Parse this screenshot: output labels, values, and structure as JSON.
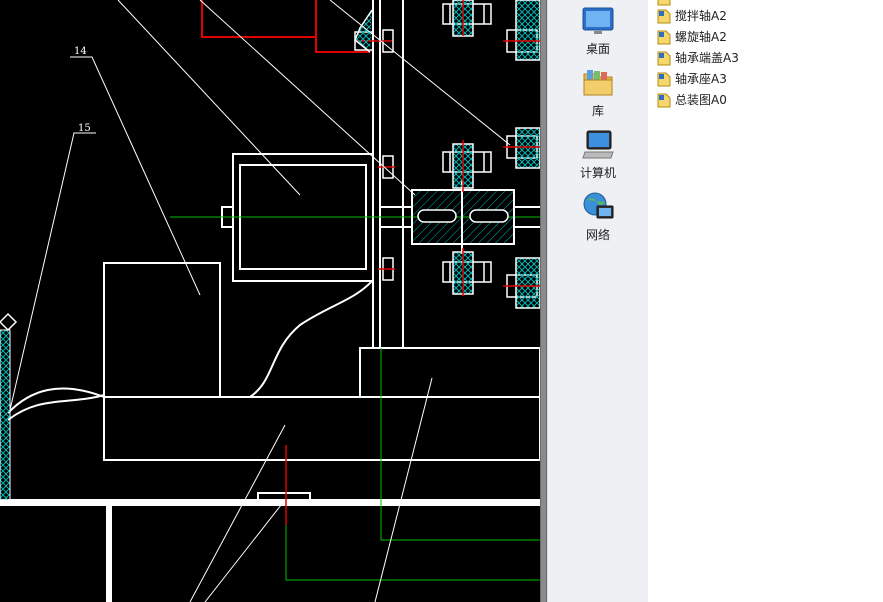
{
  "drawing": {
    "callouts": [
      {
        "label": "14"
      },
      {
        "label": "15"
      }
    ]
  },
  "nav": {
    "items": [
      {
        "label": "桌面",
        "icon": "desktop-icon"
      },
      {
        "label": "库",
        "icon": "library-icon"
      },
      {
        "label": "计算机",
        "icon": "computer-icon"
      },
      {
        "label": "网络",
        "icon": "network-icon"
      }
    ]
  },
  "files": [
    {
      "name": "搅拌轴A2",
      "icon": "drawing-file-icon"
    },
    {
      "name": "螺旋轴A2",
      "icon": "drawing-file-icon"
    },
    {
      "name": "轴承端盖A3",
      "icon": "drawing-file-icon"
    },
    {
      "name": "轴承座A3",
      "icon": "drawing-file-icon"
    },
    {
      "name": "总装图A0",
      "icon": "drawing-file-icon"
    }
  ],
  "colors": {
    "cad_background": "#000000",
    "outline": "#ffffff",
    "centerline": "#00c000",
    "red": "#e00000",
    "hatch": "#00c0c0"
  }
}
